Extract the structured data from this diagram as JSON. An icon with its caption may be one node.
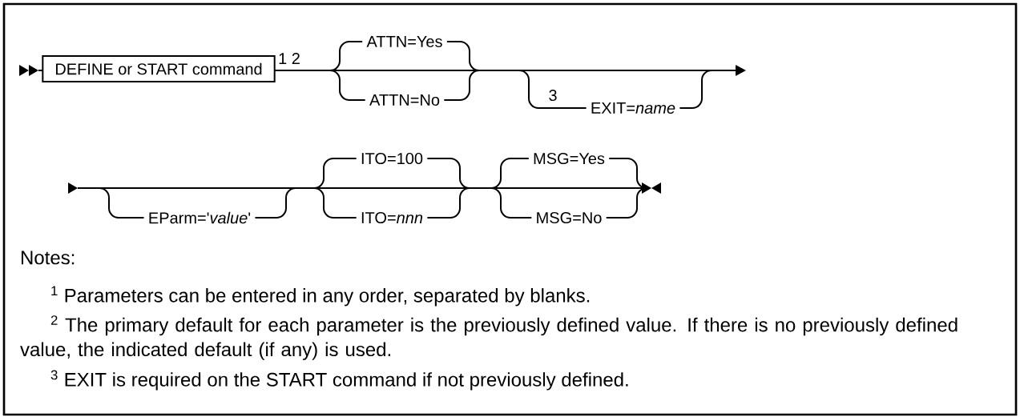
{
  "diagram": {
    "nodes": [
      {
        "text": [
          "DEFINE or START command"
        ]
      }
    ],
    "labels": [
      "1 2",
      "ATTN=Yes",
      "ATTN=No",
      "3",
      "EXIT=*name*",
      "EParm='*value*'",
      "ITO=100",
      "ITO=*nnn*",
      "MSG=Yes",
      "MSG=No",
      "Notes:",
      "$^{1}$ Parameters can be entered in any order, separated by blanks.",
      "$^{2}$ The primary default for each parameter is the previously defined value. If there is no previously defined value, the indicated default (if any) is used.",
      "$^{3}$ EXIT is required on the START command if not previously defined."
    ]
  }
}
